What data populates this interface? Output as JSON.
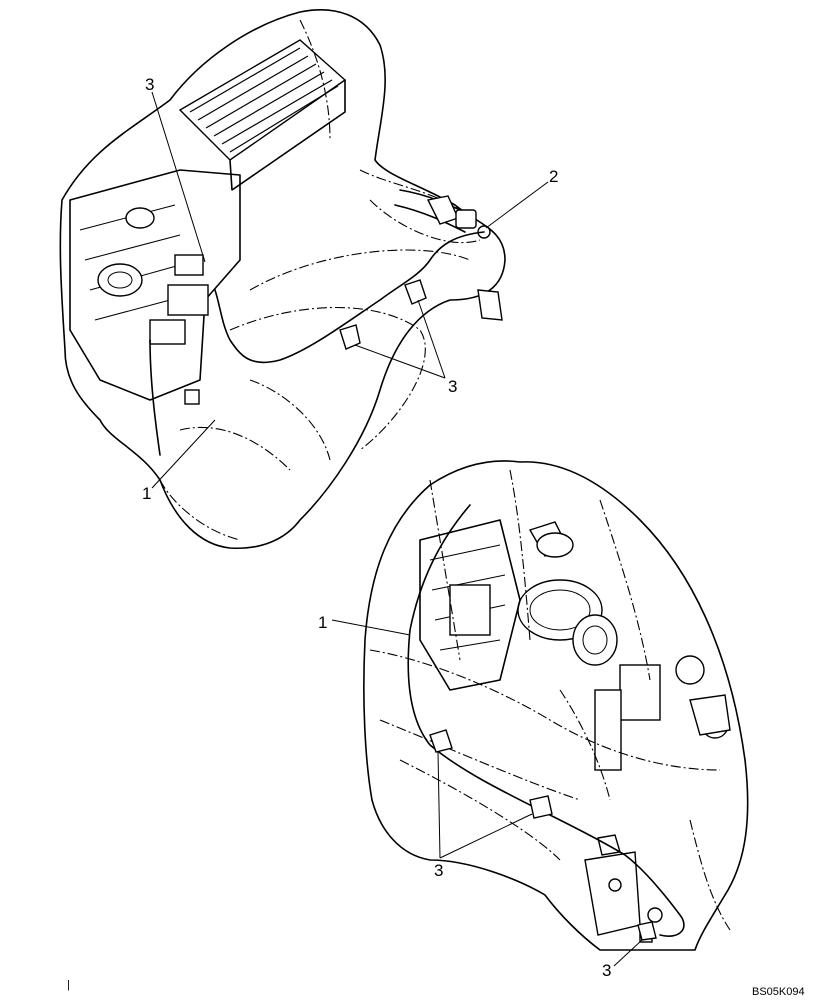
{
  "callouts": {
    "top_harness_label": "1",
    "top_sensor_label": "2",
    "top_clip_label_upper": "3",
    "top_clip_label_lower": "3",
    "bottom_harness_label": "1",
    "bottom_clip_label_mid": "3",
    "bottom_clip_label_low": "3"
  },
  "drawing_code": "BS05K094",
  "margin_mark": "|"
}
